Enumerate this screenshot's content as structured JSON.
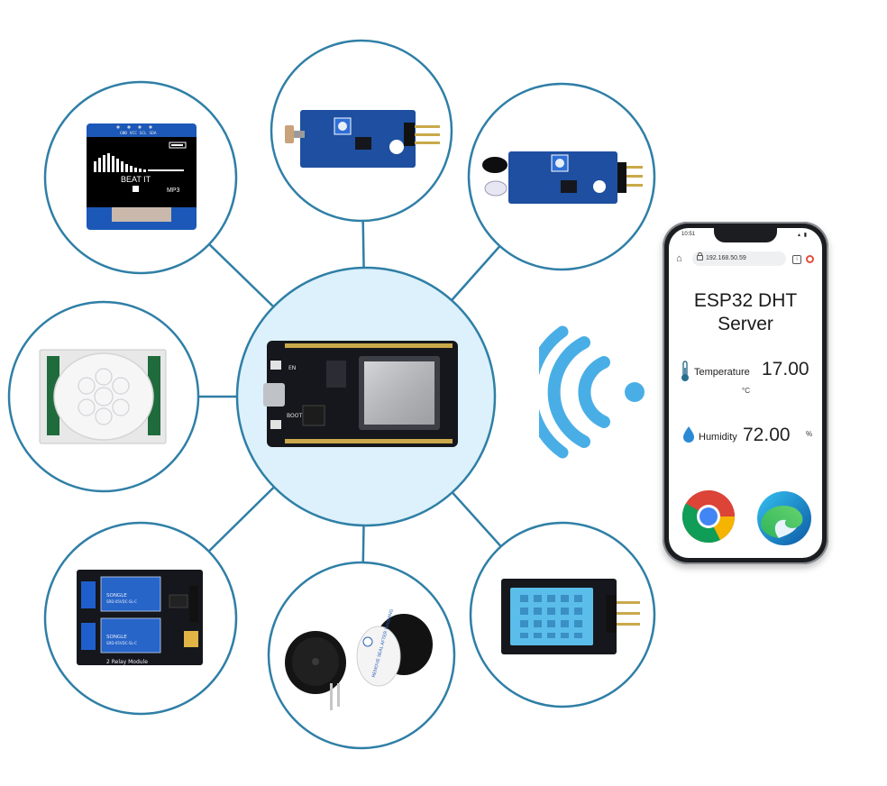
{
  "modules": [
    {
      "id": "oled-display",
      "text_lines": [
        "GND VCC SCL SDA",
        "BEAT IT",
        "MP3"
      ]
    },
    {
      "id": "light-sensor"
    },
    {
      "id": "ir-sensor"
    },
    {
      "id": "pir-sensor"
    },
    {
      "id": "relay-module",
      "text_lines": [
        "2 Relay Module",
        "SONGLE",
        "SRD-05VDC-SL-C"
      ]
    },
    {
      "id": "buzzer",
      "text_lines": [
        "REMOVE SEAL AFTER WASHING"
      ]
    },
    {
      "id": "dht11-sensor"
    }
  ],
  "hub": {
    "id": "esp32-board",
    "labels": [
      "EN",
      "BOOT"
    ]
  },
  "phone": {
    "status_time": "10:51",
    "status_icons": "▴ ▮",
    "url": "192.168.50.59",
    "info_glyph": "i",
    "page_title_line1": "ESP32 DHT",
    "page_title_line2": "Server",
    "temperature": {
      "label": "Temperature",
      "value": "17.00",
      "unit": "°C"
    },
    "humidity": {
      "label": "Humidity",
      "value": "72.00",
      "unit": "%"
    }
  },
  "colors": {
    "ring": "#2f7fa6",
    "hub_fill": "#dcf1fb",
    "wifi": "#4aaee6",
    "pcb_blue": "#1e4fa0",
    "temp_icon": "#2a6f8f",
    "drop_icon": "#2b8ad6"
  },
  "icons": {
    "wifi": "wifi-icon",
    "home": "home-icon",
    "lock": "lock-icon",
    "info": "info-icon",
    "thermometer": "thermometer-icon",
    "drop": "water-drop-icon",
    "chrome": "chrome-icon",
    "edge": "edge-icon"
  }
}
